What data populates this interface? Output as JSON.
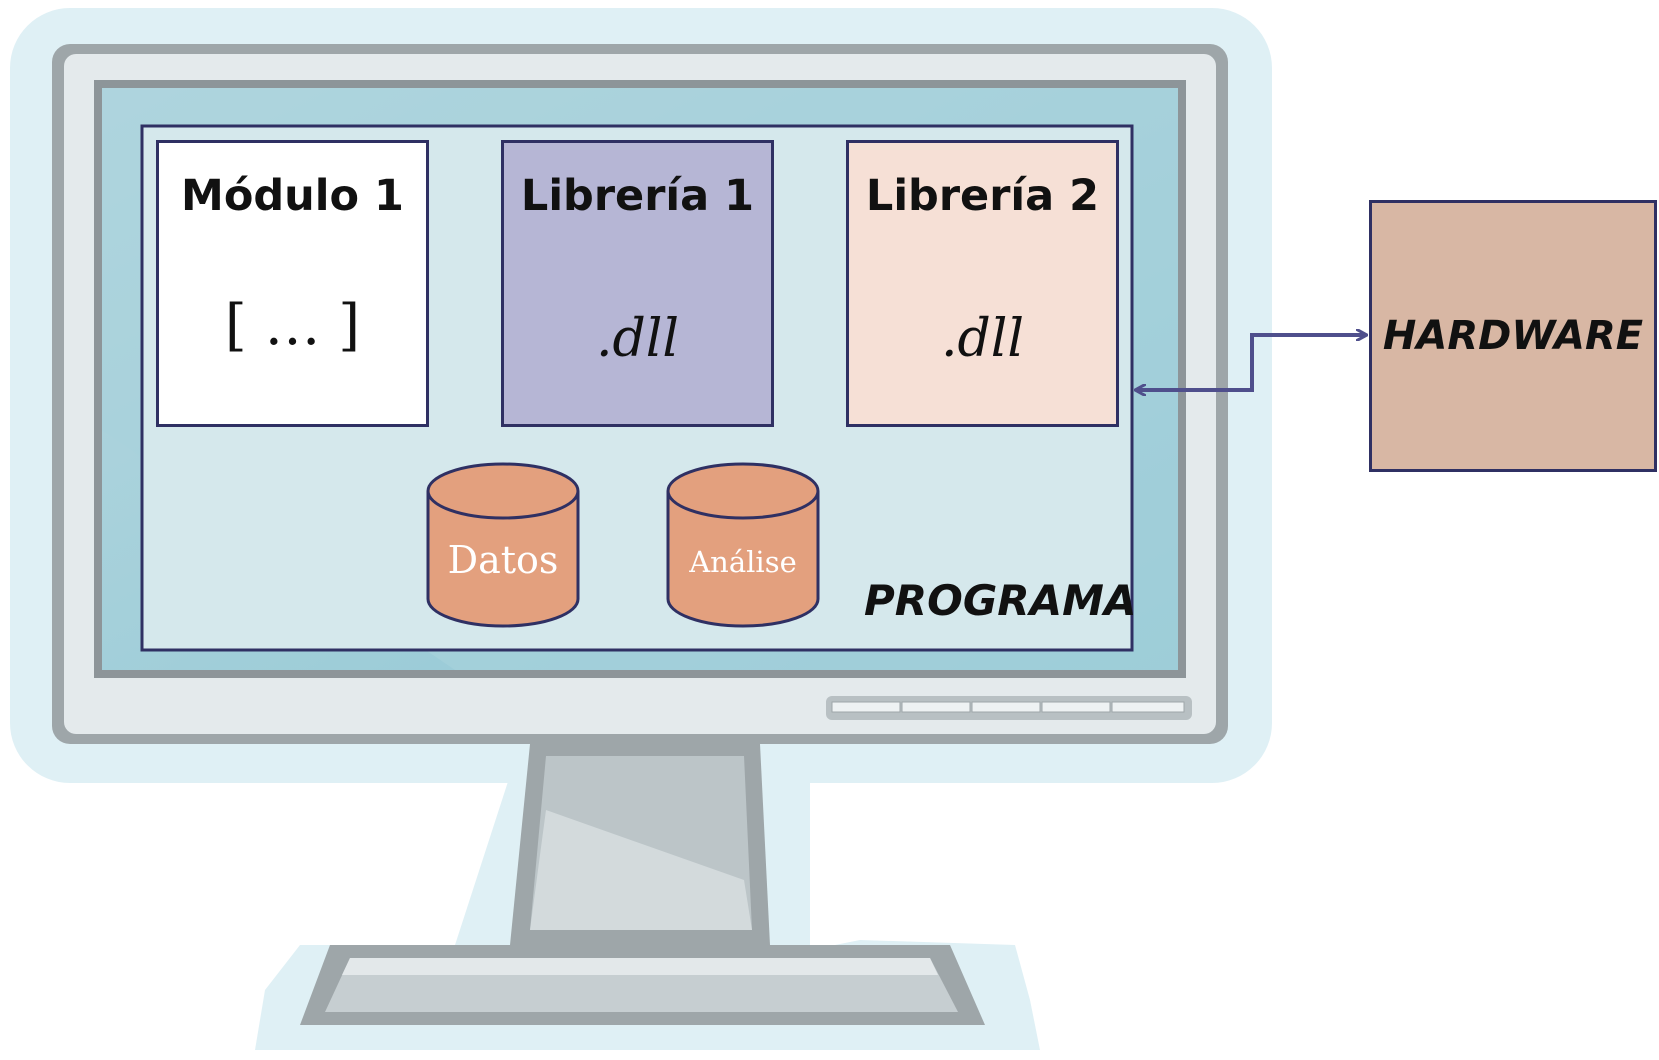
{
  "diagram": {
    "program_label": "PROGRAMA",
    "hardware_label": "HARDWARE",
    "components": [
      {
        "title": "Módulo 1",
        "content": "[ … ]",
        "fill": "#ffffff"
      },
      {
        "title": "Librería 1",
        "content": ".dll",
        "fill": "#b6b6d5"
      },
      {
        "title": "Librería 2",
        "content": ".dll",
        "fill": "#f6e0d6"
      }
    ],
    "data_stores": [
      {
        "label": "Datos"
      },
      {
        "label": "Análise"
      }
    ],
    "connector": "bidirectional-arrow"
  },
  "colors": {
    "program_fill": "#d5e8ec",
    "border": "#2f3063",
    "cylinder": "#e3a07e",
    "hardware": "#d8b7a4",
    "arrow": "#4f4f8c",
    "monitor_glow": "#dff0f5",
    "monitor_frame": "#9ea6a9",
    "monitor_bezel": "#e4eaec",
    "screen": "#a6cfd9"
  }
}
